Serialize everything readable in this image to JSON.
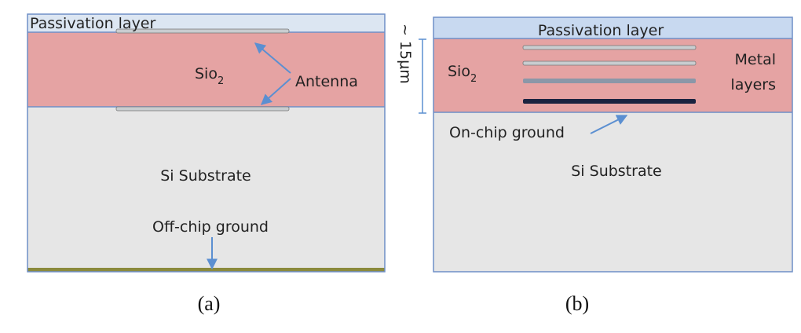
{
  "colors": {
    "passivation": "#dce6f2",
    "passivation_b": "#c8d9f0",
    "oxide": "#e5a3a3",
    "substrate": "#e6e6e6",
    "border": "#6f8fc7",
    "metal_light": "#c9cdd0",
    "metal_mid": "#8b97a8",
    "metal_dark": "#1a2340",
    "ground_plane": "#8b8a3c",
    "arrow": "#5b8fd1"
  },
  "icons": {
    "antenna_arrows": "arrow-icon",
    "ground_arrow": "arrow-icon",
    "dimension_marker": "dimension-bracket-icon"
  },
  "panel_a": {
    "passivation_label": "Passivation layer",
    "oxide_label": "Sio",
    "oxide_subscript": "2",
    "antenna_label": "Antenna",
    "substrate_label": "Si Substrate",
    "ground_label": "Off-chip ground",
    "caption": "(a)"
  },
  "panel_b": {
    "passivation_label": "Passivation layer",
    "oxide_label": "Sio",
    "oxide_subscript": "2",
    "thickness_label": "~ 15μm",
    "metal_label_line1": "Metal",
    "metal_label_line2": "layers",
    "ground_label": "On-chip ground",
    "substrate_label": "Si Substrate",
    "caption": "(b)"
  }
}
